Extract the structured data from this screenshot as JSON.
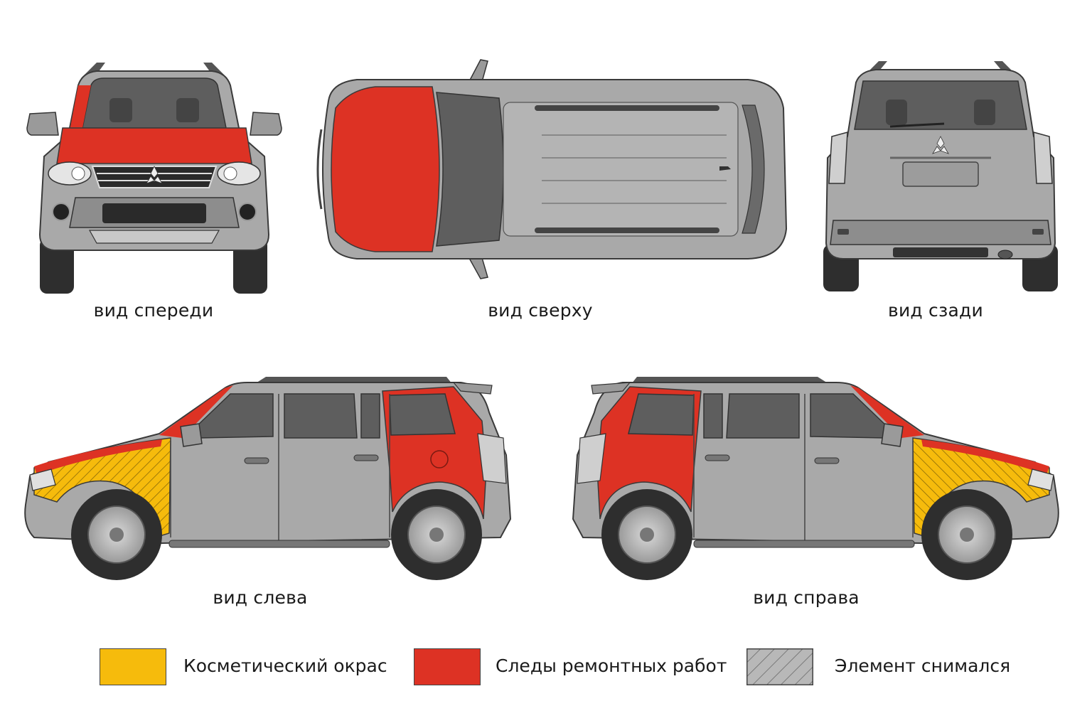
{
  "views": {
    "front": {
      "caption": "вид спереди"
    },
    "top": {
      "caption": "вид сверху"
    },
    "rear": {
      "caption": "вид сзади"
    },
    "left": {
      "caption": "вид слева"
    },
    "right": {
      "caption": "вид справа"
    }
  },
  "legend": [
    {
      "label": "Косметический окрас",
      "pattern": "solid",
      "color": "#F6BB0C"
    },
    {
      "label": "Следы ремонтных работ",
      "pattern": "solid",
      "color": "#DD3224"
    },
    {
      "label": "Элемент снимался",
      "pattern": "hatch",
      "color": "#B8B8B8"
    }
  ],
  "colors": {
    "body": "#A9A9A9",
    "body_dark": "#7E7E7E",
    "glass": "#5E5E5E",
    "tire": "#2E2E2E",
    "cosmetic": "#F6BB0C",
    "repair": "#DD3224",
    "outline": "#3A3A3A"
  }
}
